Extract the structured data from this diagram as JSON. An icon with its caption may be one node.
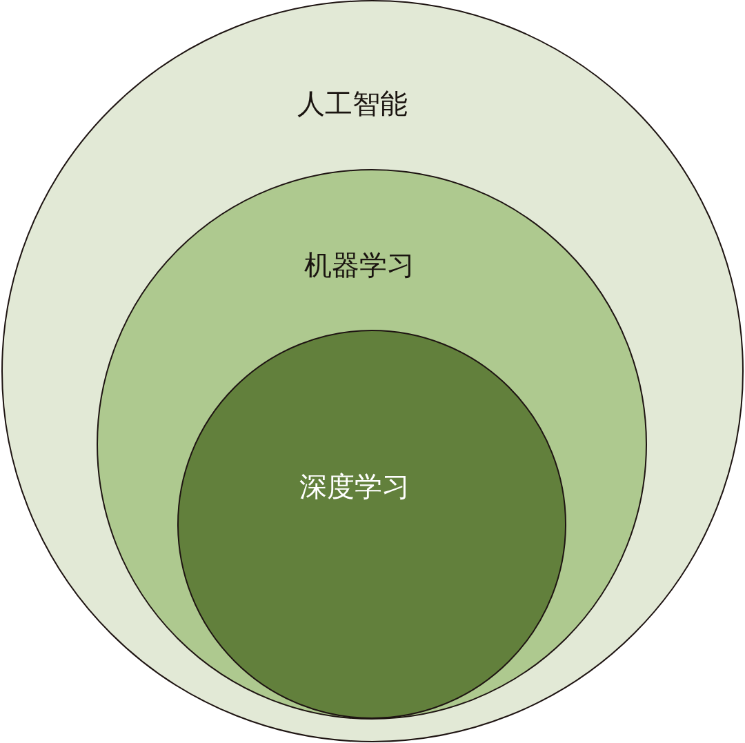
{
  "diagram": {
    "nodes": [
      {
        "text": [
          "人工智能"
        ]
      },
      {
        "text": [
          "机器学习"
        ],
        "in": 0
      },
      {
        "text": [
          "深度学习"
        ],
        "in": 1
      }
    ]
  }
}
